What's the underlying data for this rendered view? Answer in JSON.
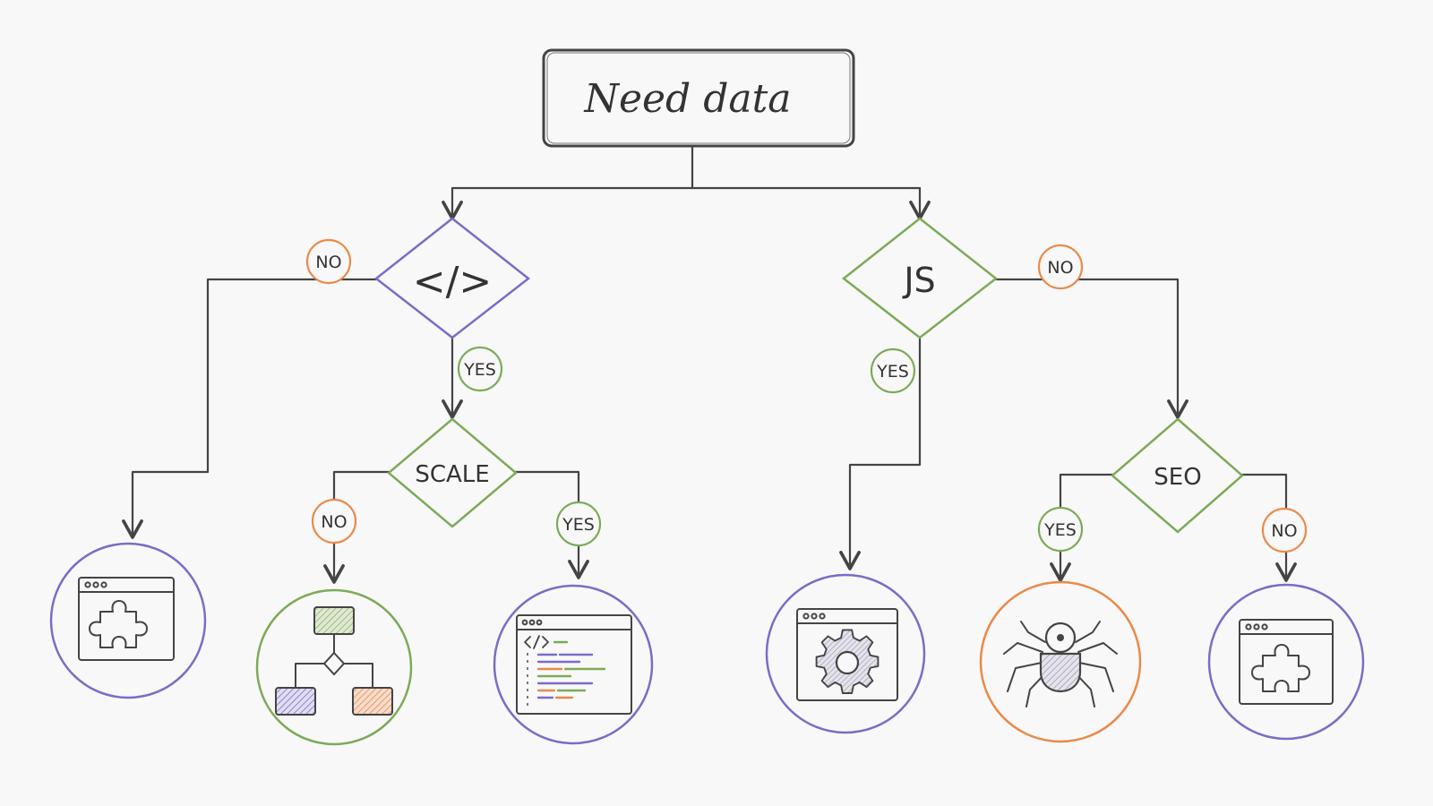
{
  "colors": {
    "purple": "#7b6cc6",
    "green": "#7daa58",
    "orange": "#e88a4a",
    "ink": "#444444"
  },
  "root": {
    "label": "Need data"
  },
  "decisions": {
    "html": {
      "label": "</>",
      "color": "#7b6cc6"
    },
    "scale": {
      "label": "SCALE",
      "color": "#7daa58"
    },
    "js": {
      "label": "JS",
      "color": "#7daa58"
    },
    "seo": {
      "label": "SEO",
      "color": "#7daa58"
    }
  },
  "badges": {
    "html_no": "NO",
    "html_yes": "YES",
    "scale_no": "NO",
    "scale_yes": "YES",
    "js_yes": "YES",
    "js_no": "NO",
    "seo_yes": "YES",
    "seo_no": "NO"
  },
  "outcomes": [
    {
      "icon": "browser-puzzle-icon",
      "color": "#7b6cc6"
    },
    {
      "icon": "workflow-icon",
      "color": "#7daa58"
    },
    {
      "icon": "code-editor-icon",
      "color": "#7b6cc6"
    },
    {
      "icon": "browser-gear-icon",
      "color": "#7b6cc6"
    },
    {
      "icon": "spider-icon",
      "color": "#e88a4a"
    },
    {
      "icon": "browser-puzzle-icon",
      "color": "#7b6cc6"
    }
  ]
}
